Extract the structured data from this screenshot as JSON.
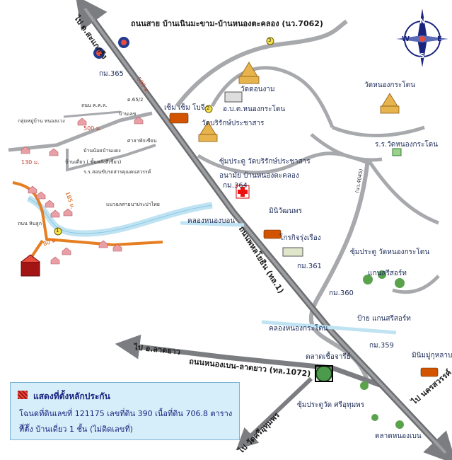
{
  "roads": {
    "north_road": "ถนนสาย บ้านเนินมะขาม-บ้านหนองตะคลอง (นว.7062)",
    "to_sakae": "ไป ต.สะแกกรัง",
    "main_highway": "ถนนพหลโยธิน (ทล.1)",
    "lower_road": "ถนนหนองเบน-ลาดยาว (ทล.1072)",
    "to_latyao": "ไป อ.ลาดยาว",
    "to_nakhonsawan": "ไป นครสวรรค์",
    "to_wat_sisukhum": "ไป วัดศรีอุทุมพร",
    "road_4045": "(นว.4045)",
    "khok_kho_road": "ถนน ค.ค.ล.",
    "hin_kluk_road": "ถนน หินลูก"
  },
  "places": {
    "wat_don_ngam": "วัดดอนงาม",
    "obt": "อ.บ.ต.หนองกระโดน",
    "wat_boriruk": "วัดบริรักษ์ประชาสาร",
    "gate_boriruk": "ซุ้มประตู วัดบริรักษ์ประชาสาร",
    "health_center": "อนามัย บ้านหนองตะคลอง",
    "wat_nong_kradon": "วัดหนองกระโดน",
    "school_nong_kradon": "ร.ร.วัดหนองกระโดน",
    "seven_eleven": "เซ็ม เซ็ม โบจี",
    "minimart": "มินิวัฒนพร",
    "rice_mill": "โกรกิจรุ่งเรือง",
    "gate_nong_kradon": "ซุ้มประตู วัดหนองกระโดน",
    "kaen_resort": "แกนสรีสอร์ท",
    "kaen_resort_sign": "ป้าย แกนสรีสอร์ท",
    "canal_bon": "คลองหนองบอน",
    "canal_kradon": "คลองหนองกระโดน",
    "market": "ตลาดเชื้อจารีย์",
    "minimart2": "มินิมมู่กุหลาบ",
    "gate_sisukhum": "ซุ้มประตูวัด ศรีอุทุมพร",
    "nong_ben_market": "ตลาดหนองเบน",
    "school_left": "ร.ร.สอนขับรถสารคุณคนสวรรค์",
    "single_house": "บ้านเดี่ยว ( ชั้นหลังสีเขียว)",
    "sala": "ศาลาพักเขียน",
    "water_line": "แนวฉลสายนาประปาไทย",
    "village": "กลุ่มหมู่บ้าน หนองแวง",
    "km65": "ต.65/2",
    "house_a": "บ้านน้อย",
    "house_b": "บ้านแดง",
    "house_c": "บ้านเลข"
  },
  "km_markers": [
    "กม.365",
    "กม.364",
    "กม.361",
    "กม.360",
    "กม.359"
  ],
  "distances": [
    "500 ม.",
    "500 ม.",
    "130 ม.",
    "185 ม.",
    "80 ม."
  ],
  "route_numbers": [
    "3",
    "2",
    "1"
  ],
  "compass": {
    "n": "N",
    "s": "S",
    "e": "E",
    "w": "W"
  },
  "legend": {
    "title": "แสดงที่ตั้งหลักประกัน",
    "line1": "โฉนดที่ดินเลขที่ 121175 เลขที่ดิน 390 เนื้อที่ดิน 706.8 ตารางวา",
    "line2": "ที่ตั้ง บ้านเดี่ยว 1 ชั้น (ไม่ติดเลขที่)"
  },
  "colors": {
    "road": "#a7a9ac",
    "highway": "#6d6e71",
    "canal": "#bfe3f2",
    "orange_road": "#e67e22",
    "legend_bg": "#d6eefa"
  }
}
